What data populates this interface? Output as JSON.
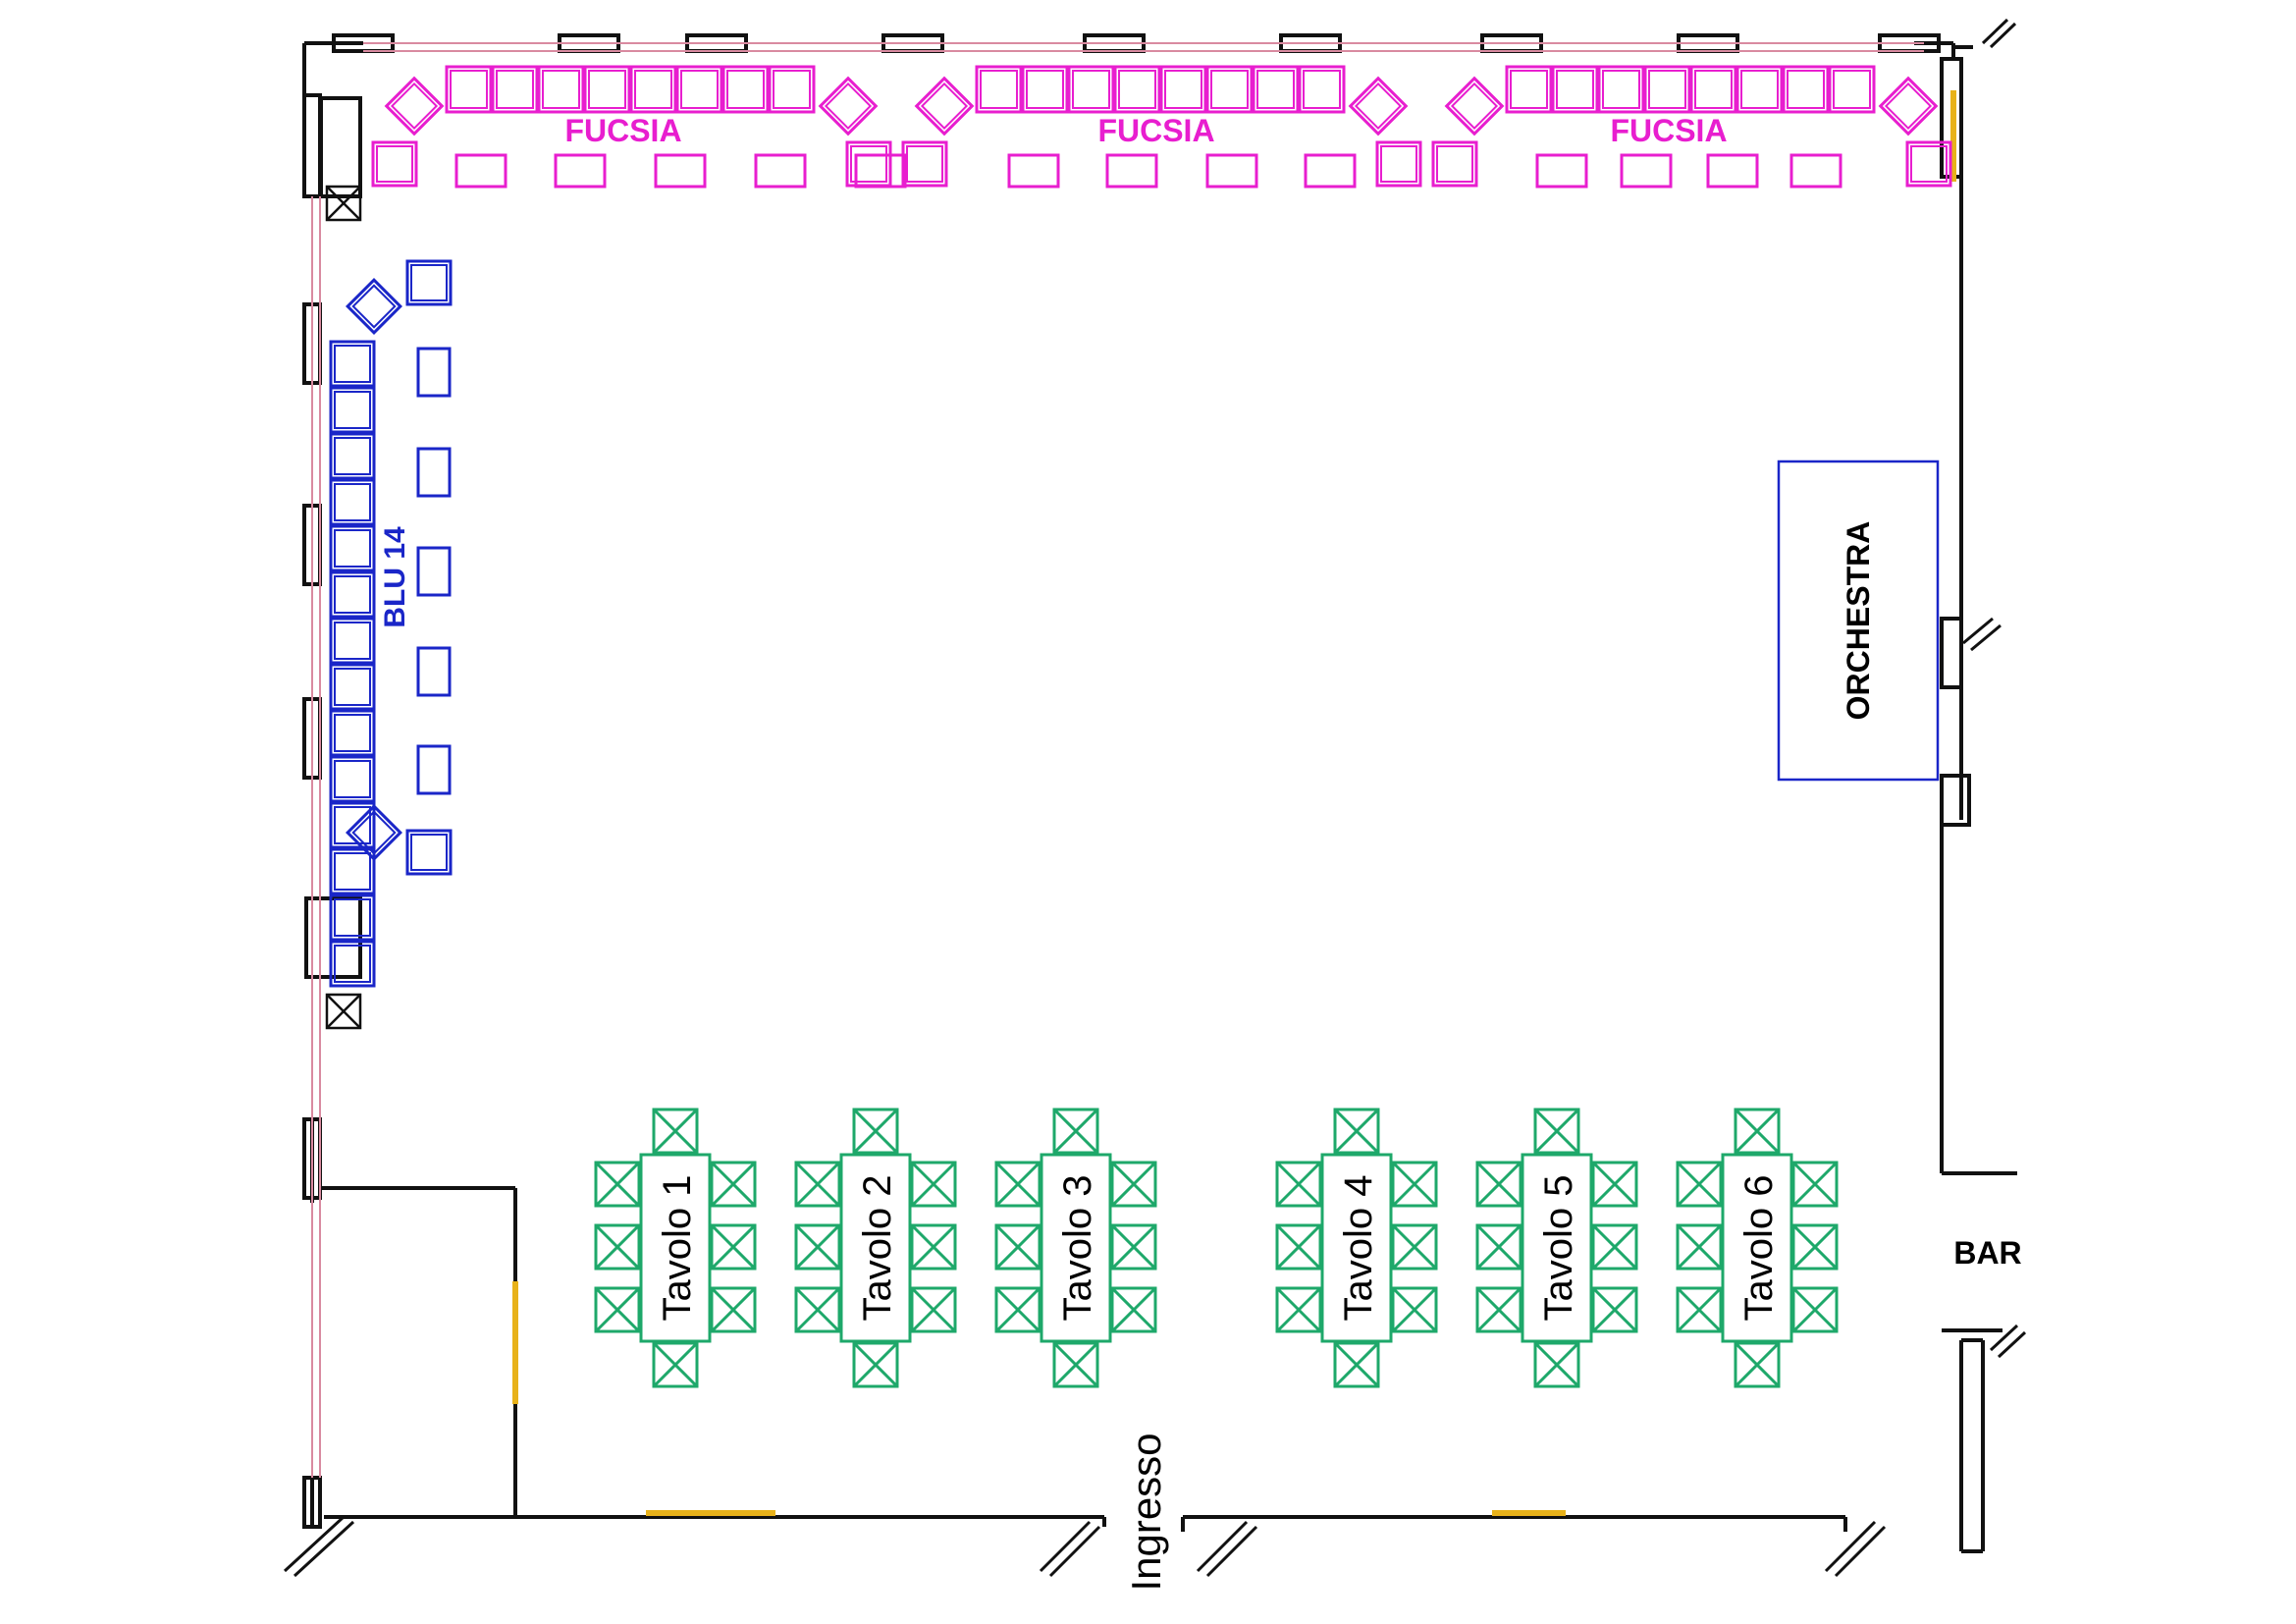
{
  "colors": {
    "wall": "#111111",
    "window": "#d98aa0",
    "door": "#e8b21a",
    "fucsia": "#e81ecf",
    "blu": "#1a26c8",
    "green": "#1ea86a",
    "orchestra": "#1a26c8"
  },
  "labels": {
    "fucsia_1": "FUCSIA",
    "fucsia_2": "FUCSIA",
    "fucsia_3": "FUCSIA",
    "blu": "BLU 14",
    "orchestra": "ORCHESTRA",
    "bar": "BAR",
    "ingresso": "Ingresso"
  },
  "tables": [
    {
      "label": "Tavolo 1"
    },
    {
      "label": "Tavolo 2"
    },
    {
      "label": "Tavolo 3"
    },
    {
      "label": "Tavolo 4"
    },
    {
      "label": "Tavolo 5"
    },
    {
      "label": "Tavolo 6"
    }
  ],
  "icons": {
    "service_marker": "crossed-box-icon"
  }
}
